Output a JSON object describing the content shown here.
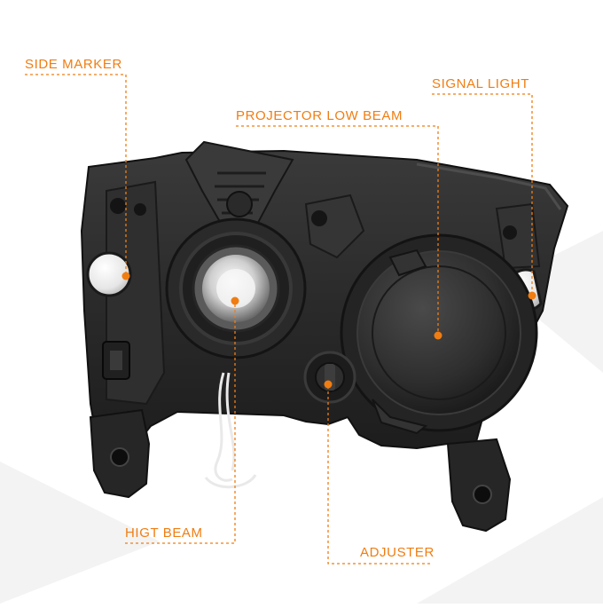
{
  "product_photo": {
    "subject": "headlight-assembly-rear-view",
    "colors": {
      "accent": "#f07d12",
      "housing": "#2b2b2b",
      "housing_dark": "#151515",
      "background": "#ffffff",
      "background_shape": "#f1f1f1"
    }
  },
  "callouts": [
    {
      "id": "side-marker",
      "label": "SIDE MARKER"
    },
    {
      "id": "signal-light",
      "label": "SIGNAL LIGHT"
    },
    {
      "id": "projector-low-beam",
      "label": "PROJECTOR LOW BEAM"
    },
    {
      "id": "high-beam",
      "label": "HIGT BEAM"
    },
    {
      "id": "adjuster",
      "label": "ADJUSTER"
    }
  ]
}
